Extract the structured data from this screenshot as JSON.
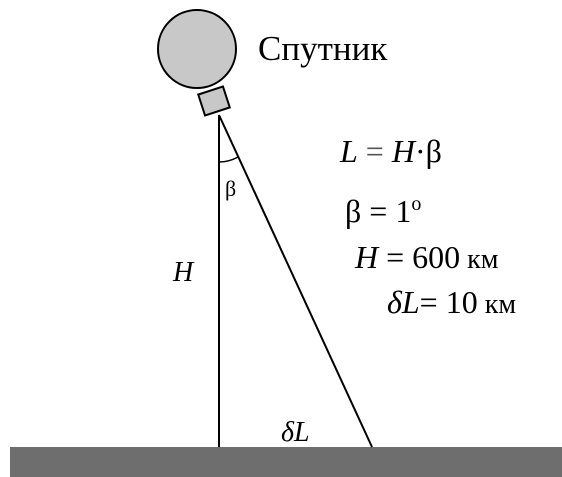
{
  "satellite_label": "Спутник",
  "angle_label": "β",
  "height_label": "H",
  "offset_label": "δL",
  "formulas": {
    "f1": {
      "l": "L",
      "eq": " = ",
      "h": "H",
      "dot": "·",
      "beta": "β"
    },
    "f2": {
      "beta": "β",
      "eq": " = ",
      "num": "1",
      "deg": "o"
    },
    "f3": {
      "h": "H",
      "eq": " = ",
      "val": "600",
      "unit": " км"
    },
    "f4": {
      "dl": "δL",
      "eq": "= ",
      "val": "10",
      "unit": " км"
    }
  },
  "colors": {
    "satellite_fill": "#c8c8c8",
    "ground_fill": "#6e6e6e",
    "stroke": "#000000"
  }
}
